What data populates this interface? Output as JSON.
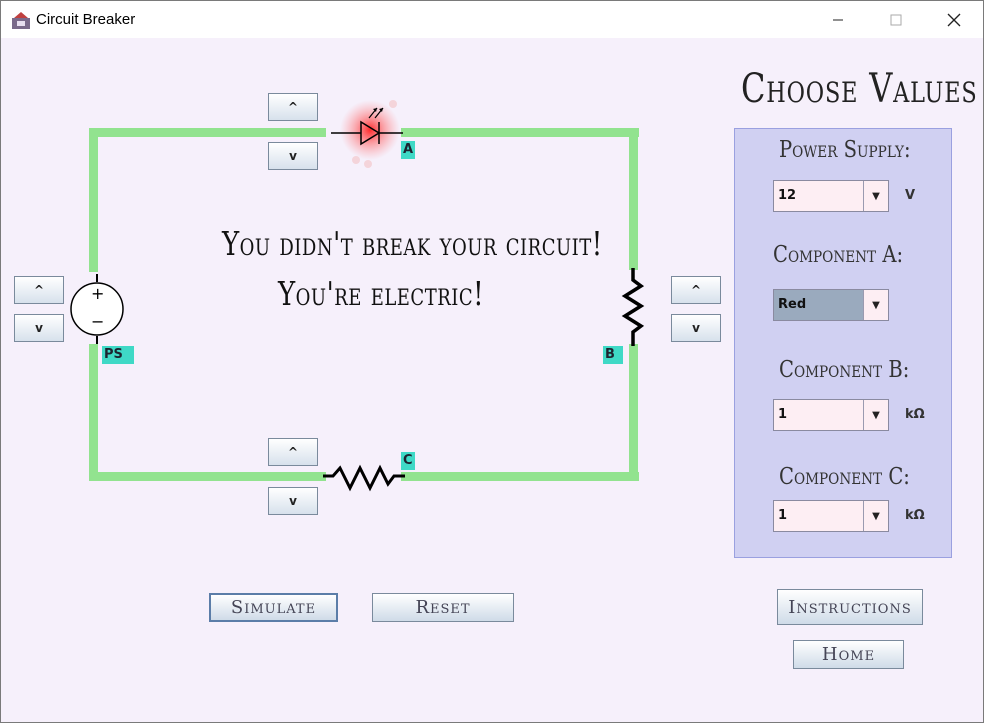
{
  "window": {
    "title": "Circuit Breaker",
    "controls": {
      "minimize": "—",
      "maximize": "☐",
      "close": "✕"
    }
  },
  "circuit": {
    "message_line1": "You didn't break your circuit!",
    "message_line2": "You're electric!",
    "tags": {
      "a": "A",
      "b": "B",
      "c": "C",
      "ps": "PS"
    },
    "power_source_symbols": {
      "plus": "+",
      "minus": "−"
    },
    "arrows": {
      "up": "^",
      "down": "v"
    },
    "colors": {
      "wire": "#92e38f",
      "tag": "#3fd9c6",
      "led_glow": "#ff2020"
    }
  },
  "controls_panel": {
    "title": "Choose Values",
    "power_supply": {
      "label": "Power Supply:",
      "value": "12",
      "unit": "V"
    },
    "component_a": {
      "label": "Component A:",
      "value": "Red"
    },
    "component_b": {
      "label": "Component B:",
      "value": "1",
      "unit": "kΩ"
    },
    "component_c": {
      "label": "Component C:",
      "value": "1",
      "unit": "kΩ"
    },
    "dropdown_icon": "triangle-down-icon"
  },
  "buttons": {
    "simulate": "Simulate",
    "reset": "Reset",
    "instructions": "Instructions",
    "home": "Home"
  }
}
